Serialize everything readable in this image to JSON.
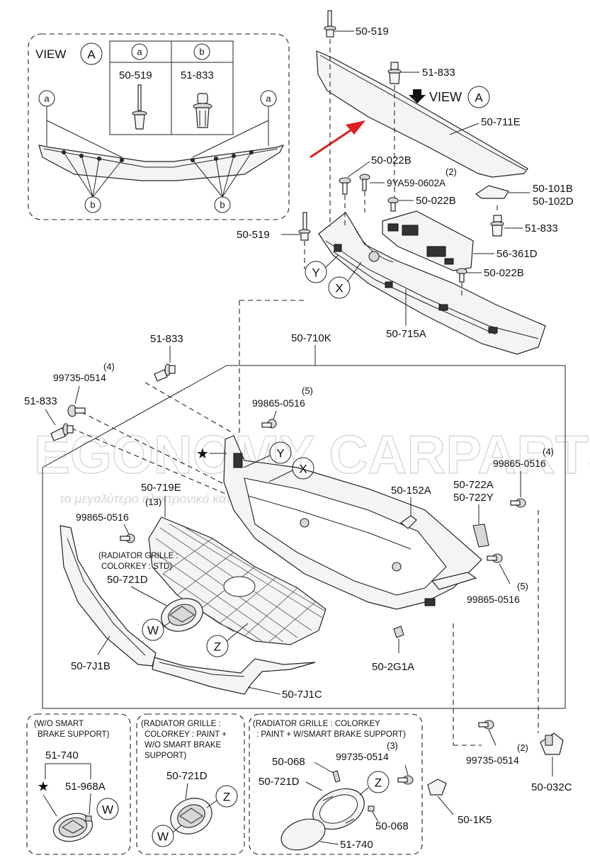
{
  "labels": {
    "view_a_title": "VIEW",
    "view_a_letter": "A",
    "tbl_a": "a",
    "tbl_b": "b",
    "tbl_a_part": "50-519",
    "tbl_b_part": "51-833",
    "p_50_519_top": "50-519",
    "p_51_833_top": "51-833",
    "view_arrow": "VIEW",
    "view_arrow_letter": "A",
    "p_50_711e": "50-711E",
    "p_50_022b_1": "50-022B",
    "qty_2a": "(2)",
    "p_9ya59": "9YA59-0602A",
    "p_50_022b_2": "50-022B",
    "p_50_101b": "50-101B",
    "p_50_102d": "50-102D",
    "p_50_519_mid": "50-519",
    "p_51_833_mid": "51-833",
    "p_56_361d": "56-361D",
    "p_50_022b_3": "50-022B",
    "p_50_715a": "50-715A",
    "p_51_833_left1": "51-833",
    "p_50_710k": "50-710K",
    "qty_4a": "(4)",
    "p_99735_a": "99735-0514",
    "qty_5a": "(5)",
    "p_99865_a": "99865-0516",
    "p_51_833_left2": "51-833",
    "qty_4b": "(4)",
    "p_99865_b": "99865-0516",
    "p_50_719e": "50-719E",
    "qty_13": "(13)",
    "p_99865_c": "99865-0516",
    "p_50_152a": "50-152A",
    "p_50_722a": "50-722A",
    "p_50_722y": "50-722Y",
    "note_grille_std_1": "(RADIATOR GRILLE :",
    "note_grille_std_2": "COLORKEY : STD)",
    "p_50_721d_main": "50-721D",
    "qty_5b": "(5)",
    "p_99865_d": "99865-0516",
    "p_50_7j1b": "50-7J1B",
    "p_50_2g1a": "50-2G1A",
    "p_50_7j1c": "50-7J1C",
    "box1_note_1": "(W/O SMART",
    "box1_note_2": "BRAKE SUPPORT)",
    "p_51_740_a": "51-740",
    "p_51_968a": "51-968A",
    "box2_note_1": "(RADIATOR GRILLE :",
    "box2_note_2": "COLORKEY : PAINT +",
    "box2_note_3": "W/O SMART BRAKE",
    "box2_note_4": "SUPPORT)",
    "p_50_721d_box2": "50-721D",
    "box3_note_1": "(RADIATOR GRILLE : COLORKEY",
    "box3_note_2": ": PAINT + W/SMART BRAKE SUPPORT)",
    "qty_3": "(3)",
    "p_50_068_a": "50-068",
    "p_99735_b": "99735-0514",
    "p_50_721d_box3": "50-721D",
    "p_50_068_b": "50-068",
    "p_51_740_b": "51-740",
    "p_99735_c": "99735-0514",
    "qty_2b": "(2)",
    "p_50_1k5": "50-1K5",
    "p_50_032c": "50-032C"
  },
  "callouts": {
    "a": "a",
    "b": "b",
    "X": "X",
    "Y": "Y",
    "Z": "Z",
    "W": "W",
    "star": "★"
  },
  "watermark": {
    "brand": "EGONOMY CARPARTS.GR",
    "tagline": "το μεγαλύτερο ηλεκτρονικό κατάστημα ανταλλακτικών"
  },
  "colors": {
    "line": "#222222",
    "arrow": "#e02020",
    "watermark": "#bdbdbd"
  }
}
